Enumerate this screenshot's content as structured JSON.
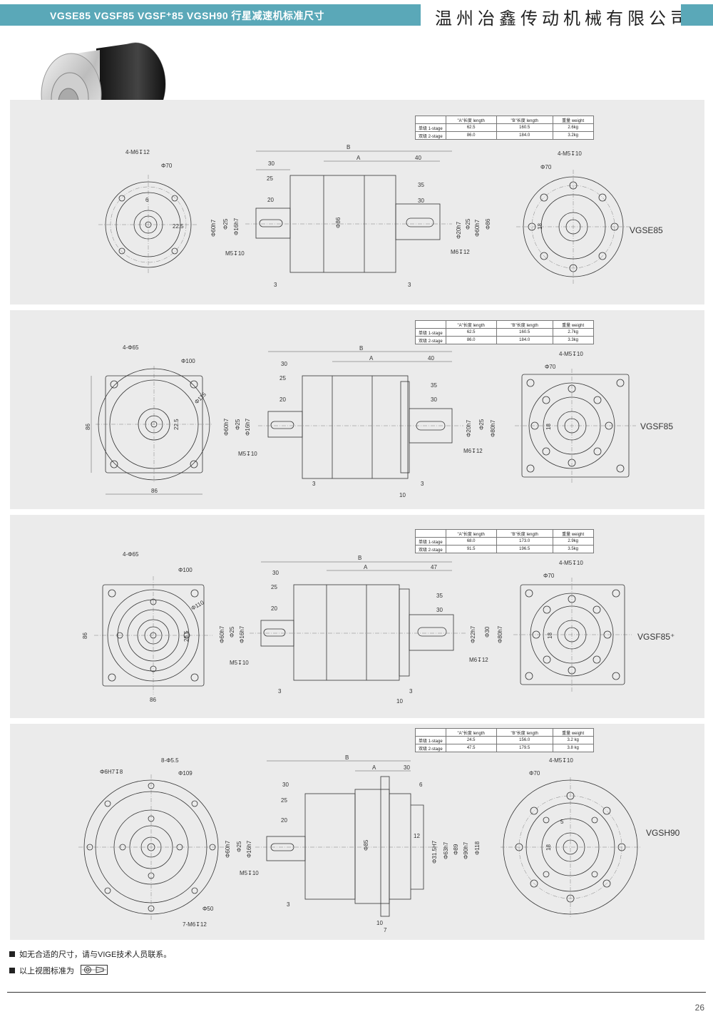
{
  "header": {
    "title": "VGSE85 VGSF85 VGSF⁺85 VGSH90 行星减速机标准尺寸",
    "company": "温州冶鑫传动机械有限公司"
  },
  "colors": {
    "accent": "#5aa8b8",
    "panel": "#ebebeb"
  },
  "table_header": [
    "",
    "\"A\"长度 length",
    "\"B\"长度 length",
    "重量 weight"
  ],
  "stage_labels": [
    "单级 1-stage",
    "双级 2-stage"
  ],
  "panels": [
    {
      "model": "VGSE85",
      "rows": [
        [
          "62.5",
          "160.5",
          "2.6kg"
        ],
        [
          "86.0",
          "184.0",
          "3.2kg"
        ]
      ],
      "labels": {
        "l1": "4-M6↧12",
        "l2": "Φ70",
        "l3": "B",
        "l4": "A",
        "l5": "40",
        "l6": "30",
        "l7": "25",
        "l8": "20",
        "l9": "35",
        "l10": "30",
        "l11": "Φ60h7",
        "l12": "Φ25",
        "l13": "Φ16h7",
        "l14": "M5↧10",
        "l15": "Φ86",
        "l16": "Φ20h7",
        "l17": "Φ25",
        "l18": "Φ60h7",
        "l19": "Φ86",
        "l20": "M6↧12",
        "l21": "3",
        "l22": "3",
        "l23": "4-M5↧10",
        "l24": "Φ70",
        "l25": "18",
        "l26": "22.5",
        "l27": "6"
      }
    },
    {
      "model": "VGSF85",
      "rows": [
        [
          "62.5",
          "160.5",
          "2.7kg"
        ],
        [
          "86.0",
          "184.0",
          "3.3kg"
        ]
      ],
      "labels": {
        "l1": "4-Φ65",
        "l2": "Φ100",
        "l3": "B",
        "l4": "A",
        "l5": "40",
        "l6": "30",
        "l7": "25",
        "l8": "20",
        "l9": "35",
        "l10": "30",
        "l11": "Φ60h7",
        "l12": "Φ25",
        "l13": "Φ16h7",
        "l14": "M5↧10",
        "l15": "Φ20h7",
        "l16": "Φ25",
        "l17": "Φ80h7",
        "l18": "M6↧12",
        "l19": "86",
        "l20": "86",
        "l21": "3",
        "l22": "3",
        "l23": "10",
        "l24": "4-M5↧10",
        "l25": "Φ70",
        "l26": "18",
        "l27": "22.5",
        "l28": "Φ115"
      }
    },
    {
      "model": "VGSF85⁺",
      "rows": [
        [
          "68.0",
          "173.0",
          "2.9kg"
        ],
        [
          "91.5",
          "196.5",
          "3.5kg"
        ]
      ],
      "labels": {
        "l1": "4-Φ65",
        "l2": "Φ100",
        "l3": "B",
        "l4": "A",
        "l5": "47",
        "l6": "30",
        "l7": "25",
        "l8": "20",
        "l9": "35",
        "l10": "30",
        "l11": "Φ60h7",
        "l12": "Φ25",
        "l13": "Φ16h7",
        "l14": "M5↧10",
        "l15": "Φ22h7",
        "l16": "Φ30",
        "l17": "Φ80h7",
        "l18": "M6↧12",
        "l19": "86",
        "l20": "86",
        "l21": "3",
        "l22": "3",
        "l23": "10",
        "l24": "4-M5↧10",
        "l25": "Φ70",
        "l26": "18",
        "l27": "28.5",
        "l28": "Φ110"
      }
    },
    {
      "model": "VGSH90",
      "rows": [
        [
          "24.5",
          "156.0",
          "3.2 kg"
        ],
        [
          "47.5",
          "179.5",
          "3.8 kg"
        ]
      ],
      "labels": {
        "l1": "Φ6H7↧8",
        "l2": "8-Φ5.5",
        "l3": "Φ109",
        "l4": "B",
        "l5": "A",
        "l6": "30",
        "l7": "30",
        "l8": "25",
        "l9": "20",
        "l10": "6",
        "l11": "Φ60h7",
        "l12": "Φ25",
        "l13": "Φ16h7",
        "l14": "M5↧10",
        "l15": "Φ85",
        "l16": "12",
        "l17": "Φ31.5H7",
        "l18": "Φ63h7",
        "l19": "Φ89",
        "l20": "Φ90h7",
        "l21": "Φ118",
        "l22": "3",
        "l23": "10",
        "l24": "7",
        "l25": "Φ50",
        "l26": "7-M6↧12",
        "l27": "4-M5↧10",
        "l28": "Φ70",
        "l29": "18",
        "l30": "5"
      }
    }
  ],
  "notes": [
    "如无合适的尺寸，请与VIGE技术人员联系。",
    "以上视图标准为"
  ],
  "page_number": "26"
}
